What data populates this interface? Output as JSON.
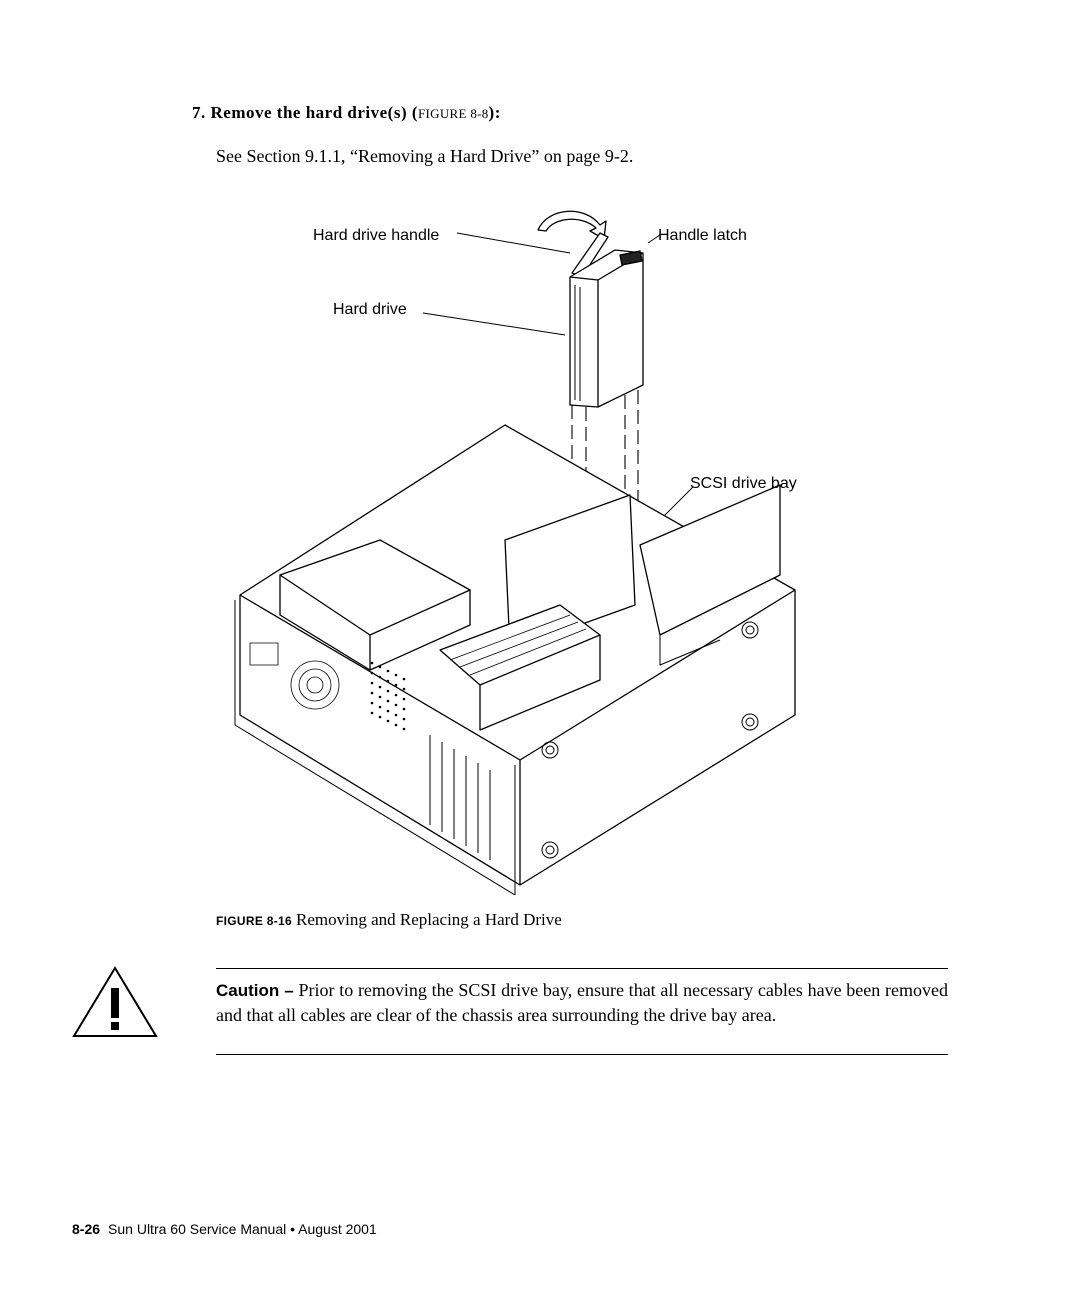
{
  "step": {
    "number": "7.",
    "text": "Remove the hard drive(s) (",
    "figure_ref": "FIGURE 8-8",
    "suffix": "):"
  },
  "see_text": "See Section 9.1.1, “Removing a Hard Drive” on page 9-2.",
  "figure": {
    "callouts": {
      "hard_drive_handle": "Hard drive handle",
      "handle_latch": "Handle latch",
      "hard_drive": "Hard drive",
      "scsi_drive_bay": "SCSI drive bay"
    },
    "caption_label": "FIGURE 8-16",
    "caption_title": "Removing and Replacing a Hard Drive"
  },
  "caution": {
    "label": "Caution –",
    "text": "Prior to removing the SCSI drive bay, ensure that all necessary cables have been removed and that all cables are clear of the chassis area surrounding the drive bay area.",
    "icon": "warning-triangle-icon"
  },
  "footer": {
    "page_number": "8-26",
    "text": "Sun Ultra 60 Service Manual • August 2001"
  }
}
